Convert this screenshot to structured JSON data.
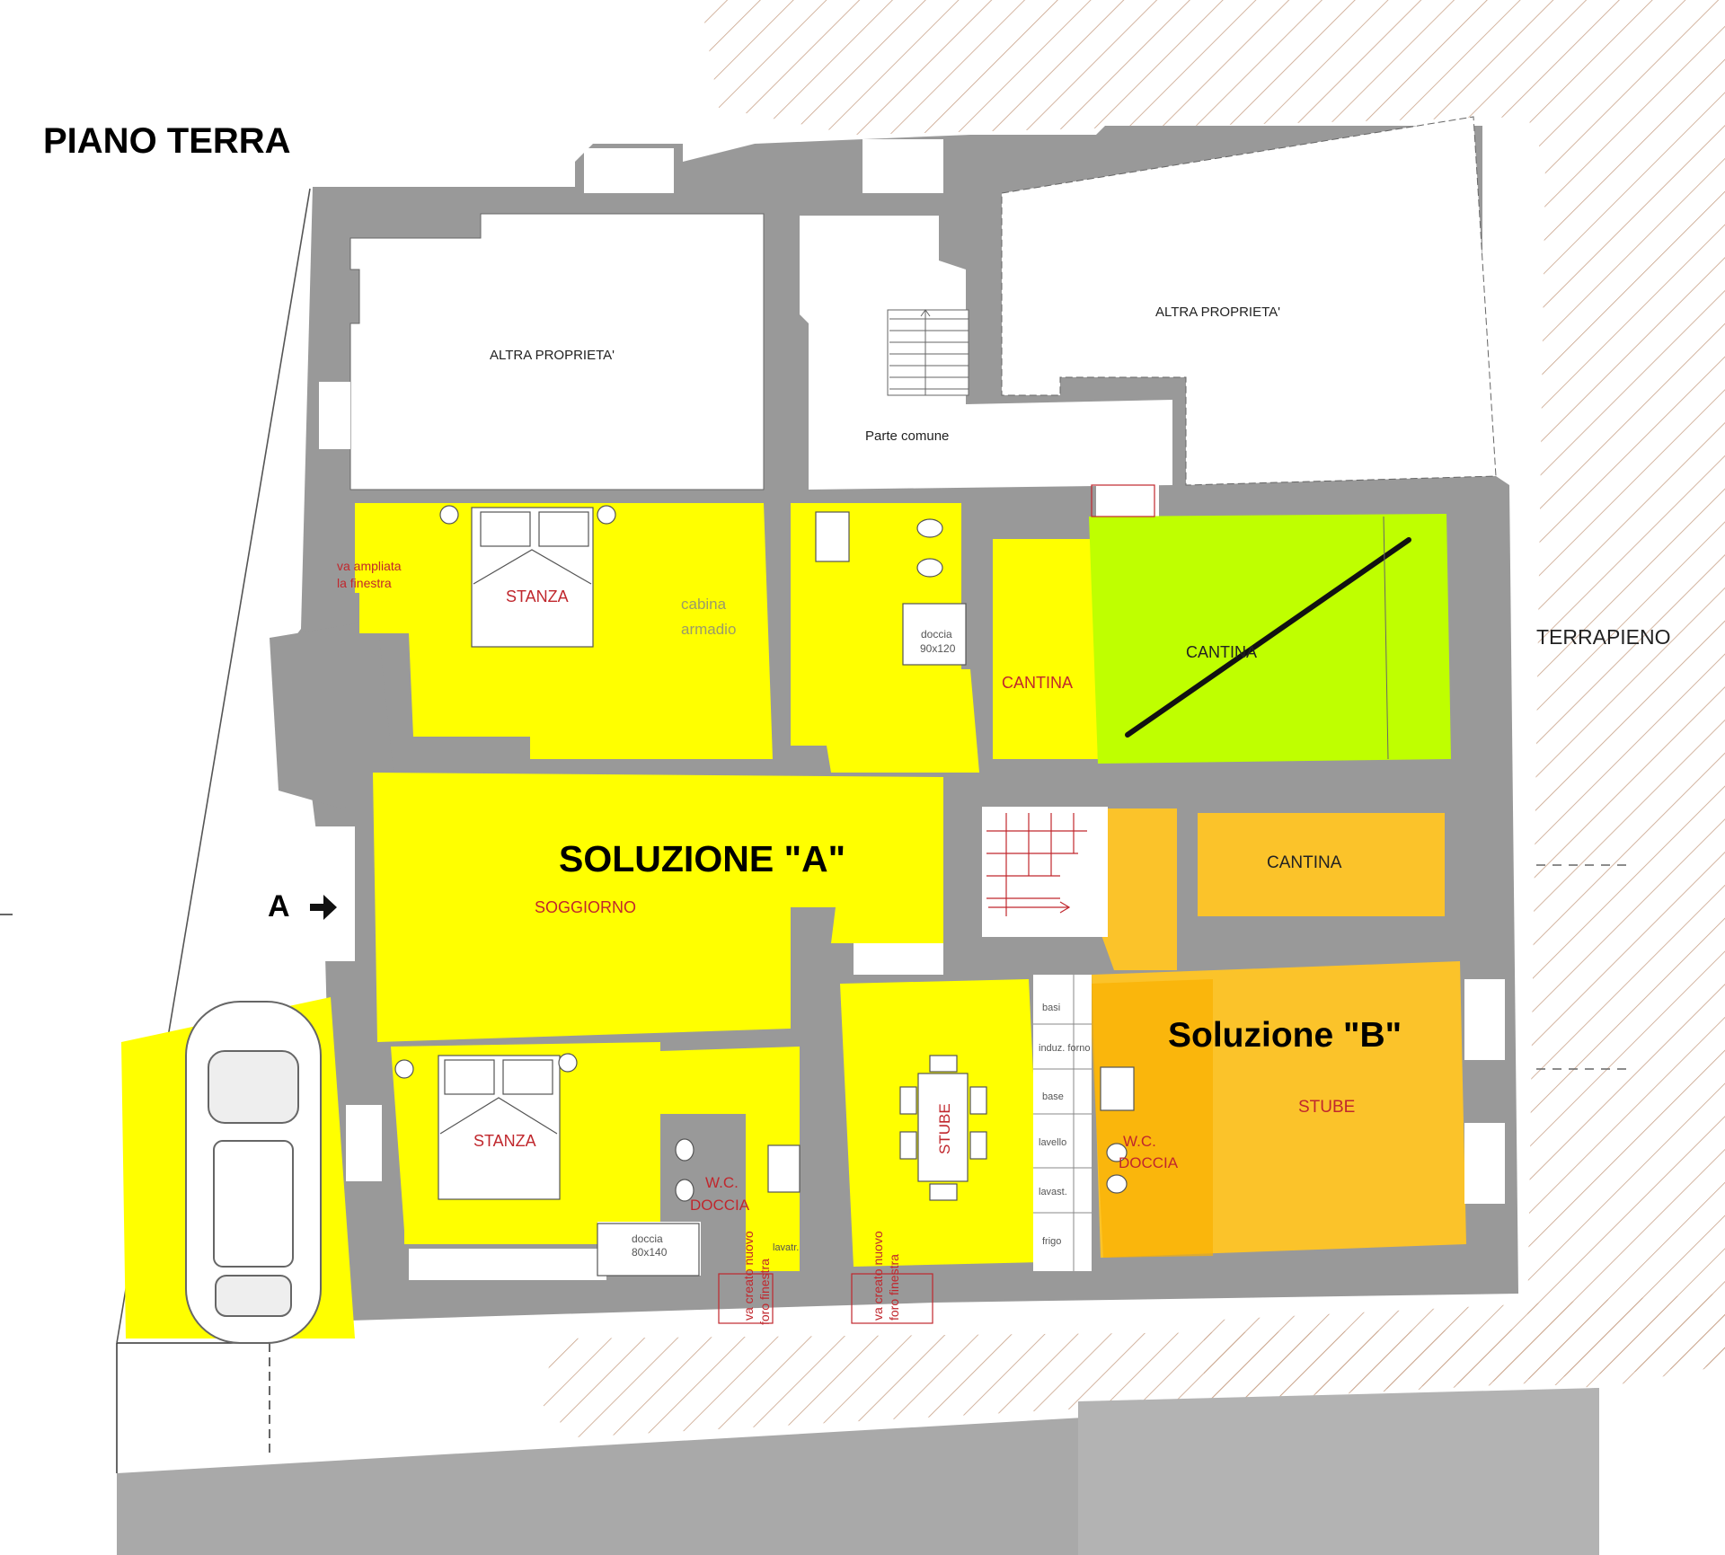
{
  "title": "PIANO TERRA",
  "marker_a": "A",
  "labels": {
    "altra_proprieta_left": "ALTRA  PROPRIETA'",
    "altra_proprieta_right": "ALTRA  PROPRIETA'",
    "parte_comune": "Parte comune",
    "terrapieno": "TERRAPIENO",
    "stanza_top": "STANZA",
    "va_ampliata_1": "va ampliata",
    "va_ampliata_2": "la finestra",
    "cabina_1": "cabina",
    "cabina_2": "armadio",
    "doccia_top_1": "doccia",
    "doccia_top_2": "90x120",
    "cantina_mid": "CANTINA",
    "cantina_green": "CANTINA",
    "cantina_orange": "CANTINA",
    "soluzione_a": "SOLUZIONE \"A\"",
    "soluzione_b": "Soluzione \"B\"",
    "soggiorno": "SOGGIORNO",
    "stanza_bottom": "STANZA",
    "wc_left_1": "W.C.",
    "wc_left_2": "DOCCIA",
    "doccia_bottom_1": "doccia",
    "doccia_bottom_2": "80x140",
    "lavatr": "lavatr.",
    "va_creato_left_1": "va creato nuovo",
    "va_creato_left_2": "foro finestra",
    "va_creato_right_1": "va creato nuovo",
    "va_creato_right_2": "foro finestra",
    "stube_table": "STUBE",
    "kitchen": [
      "basi",
      "induz. forno",
      "base",
      "lavello",
      "lavast.",
      "frigo"
    ],
    "wc_right_1": "W.C.",
    "wc_right_2": "DOCCIA",
    "stube_b": "STUBE"
  },
  "colors": {
    "wall": "#999999",
    "solution_a": "#ffff00",
    "solution_b": "#fbc32a",
    "cantina_green": "#bfff00",
    "hatch": "#c9a38a",
    "red_annot": "#c0272d"
  }
}
